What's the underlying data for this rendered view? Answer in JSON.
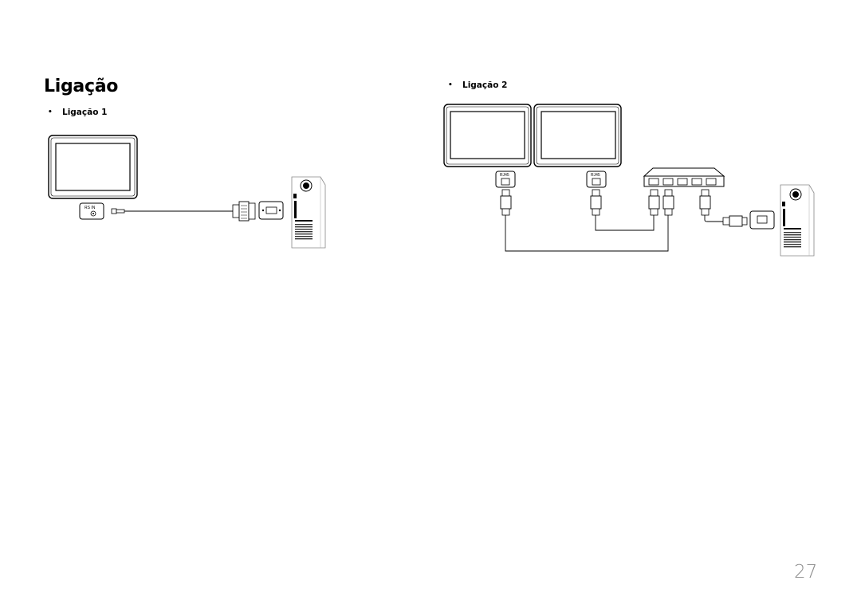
{
  "page": {
    "title": "Ligação",
    "page_number": "27"
  },
  "sections": [
    {
      "bullet": "•",
      "label": "Ligação 1"
    },
    {
      "bullet": "•",
      "label": "Ligação 2"
    }
  ],
  "ports": {
    "rs_in": "RS IN",
    "rj45_a": "RJ45",
    "rj45_b": "RJ45"
  }
}
